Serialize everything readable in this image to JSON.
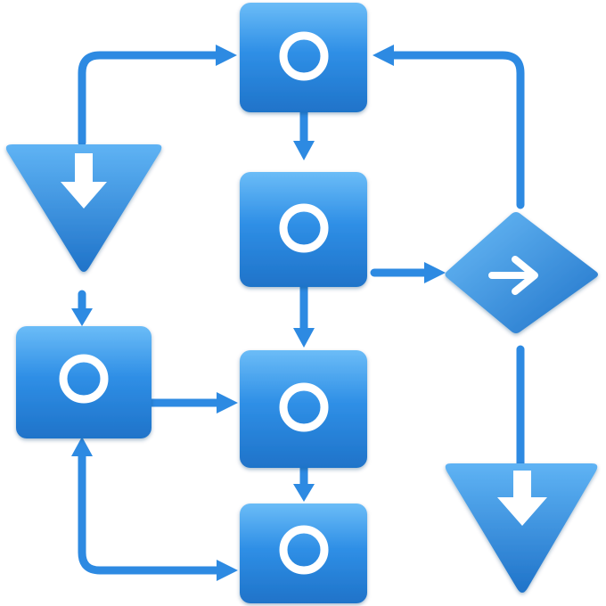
{
  "diagram": {
    "colors": {
      "primary": "#2f8fe6",
      "primary_light": "#6bbcf7",
      "primary_dark": "#1f73c9",
      "arrow": "#2d8ae2",
      "glyph": "#ffffff"
    },
    "nodes": [
      {
        "id": "box-top",
        "shape": "rounded-square",
        "icon": "circle-icon"
      },
      {
        "id": "box-middle",
        "shape": "rounded-square",
        "icon": "circle-icon"
      },
      {
        "id": "box-center",
        "shape": "rounded-square",
        "icon": "circle-icon"
      },
      {
        "id": "box-bottom",
        "shape": "rounded-square",
        "icon": "circle-icon"
      },
      {
        "id": "box-left",
        "shape": "rounded-square",
        "icon": "circle-icon"
      },
      {
        "id": "triangle-left",
        "shape": "down-triangle",
        "icon": "down-arrow-icon"
      },
      {
        "id": "triangle-right",
        "shape": "down-triangle",
        "icon": "down-arrow-icon"
      },
      {
        "id": "diamond-right",
        "shape": "diamond",
        "icon": "right-arrow-icon"
      }
    ],
    "edges": [
      {
        "from": "box-top",
        "to": "box-middle"
      },
      {
        "from": "box-middle",
        "to": "box-center"
      },
      {
        "from": "box-center",
        "to": "box-bottom"
      },
      {
        "from": "box-middle",
        "to": "diamond-right"
      },
      {
        "from": "diamond-right",
        "to": "box-top"
      },
      {
        "from": "diamond-right",
        "to": "triangle-right"
      },
      {
        "from": "triangle-left",
        "to": "box-top"
      },
      {
        "from": "triangle-left",
        "to": "box-left"
      },
      {
        "from": "box-left",
        "to": "box-center"
      },
      {
        "from": "box-bottom",
        "to": "box-left"
      }
    ]
  }
}
